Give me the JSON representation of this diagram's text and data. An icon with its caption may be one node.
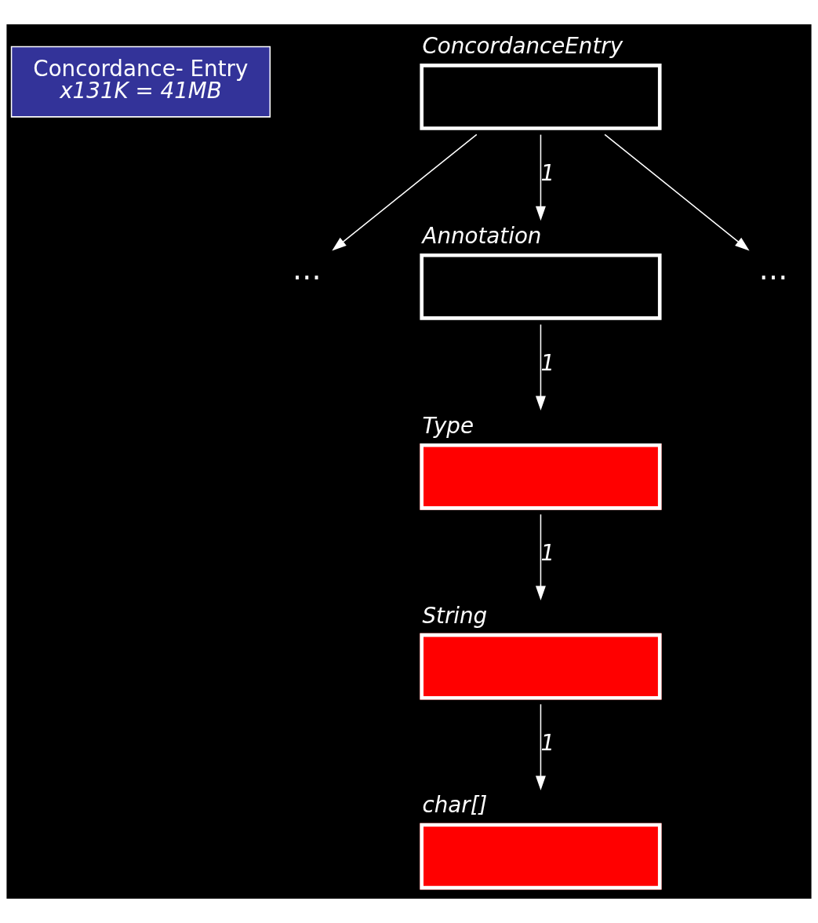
{
  "diagram": {
    "nodes": [
      {
        "text": [
          "Concordance- Entry",
          "x131K = 41MB"
        ]
      },
      {
        "text": [
          "ConcordanceEntry"
        ]
      },
      {
        "text": [
          "…"
        ]
      },
      {
        "text": [
          "Annotation"
        ]
      },
      {
        "text": [
          "…"
        ]
      },
      {
        "text": [
          "Type"
        ]
      },
      {
        "text": [
          "String"
        ]
      },
      {
        "text": [
          "char[]"
        ]
      }
    ],
    "edges": [
      {
        "from": 1,
        "to": 2,
        "arrow": "to"
      },
      {
        "from": 1,
        "to": 3,
        "arrow": "to",
        "label": "1"
      },
      {
        "from": 1,
        "to": 4,
        "arrow": "to"
      },
      {
        "from": 3,
        "to": 5,
        "arrow": "to",
        "label": "1"
      },
      {
        "from": 5,
        "to": 6,
        "arrow": "to",
        "label": "1"
      },
      {
        "from": 6,
        "to": 7,
        "arrow": "to",
        "label": "1"
      }
    ]
  }
}
